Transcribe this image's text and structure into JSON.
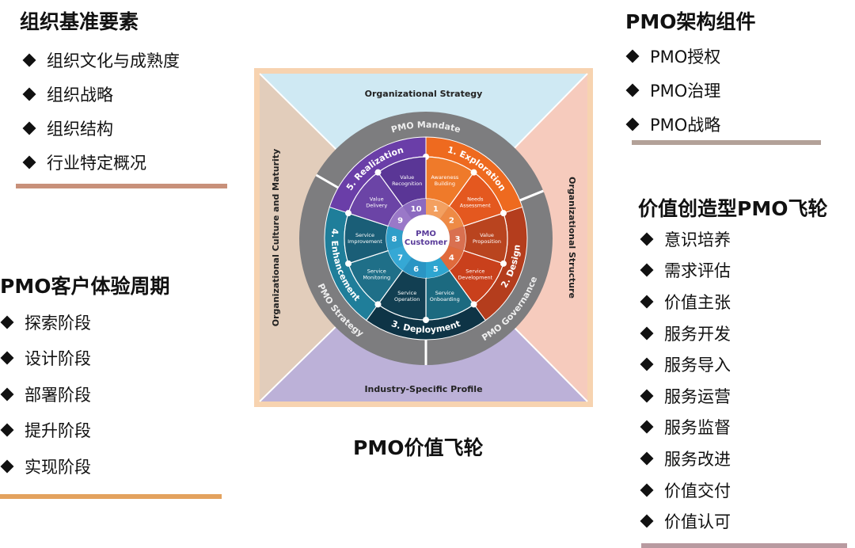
{
  "left_top": {
    "title": "组织基准要素",
    "items": [
      "组织文化与成熟度",
      "组织战略",
      "组织结构",
      "行业特定概况"
    ]
  },
  "left_bottom": {
    "title": "PMO客户体验周期",
    "items": [
      "探索阶段",
      "设计阶段",
      "部署阶段",
      "提升阶段",
      "实现阶段"
    ]
  },
  "right_top": {
    "title": "PMO架构组件",
    "items": [
      "PMO授权",
      "PMO治理",
      "PMO战略"
    ]
  },
  "right_bottom": {
    "title": "价值创造型PMO飞轮",
    "items": [
      "意识培养",
      "需求评估",
      "价值主张",
      "服务开发",
      "服务导入",
      "服务运营",
      "服务监督",
      "服务改进",
      "价值交付",
      "价值认可"
    ]
  },
  "caption": "PMO价值飞轮",
  "colors": {
    "divider_left_top": "#c8907a",
    "divider_left_bottom": "#e3a25e",
    "divider_right_top": "#b3a198",
    "divider_right_bottom": "#b89aa0"
  },
  "wheel": {
    "sides": {
      "top": "Organizational Strategy",
      "right": "Organizational Structure",
      "bottom": "Industry-Specific Profile",
      "left": "Organizational Culture and Maturity"
    },
    "outer_ring": [
      "PMO Mandate",
      "PMO Governance",
      "PMO Strategy"
    ],
    "phases": [
      "1. Exploration",
      "2. Design",
      "3. Deployment",
      "4. Enhancement",
      "5. Realization"
    ],
    "steps": [
      {
        "num": "1",
        "label": [
          "Awareness",
          "Building"
        ]
      },
      {
        "num": "2",
        "label": [
          "Needs",
          "Assessment"
        ]
      },
      {
        "num": "3",
        "label": [
          "Value",
          "Proposition"
        ]
      },
      {
        "num": "4",
        "label": [
          "Service",
          "Development"
        ]
      },
      {
        "num": "5",
        "label": [
          "Service",
          "Onboarding"
        ]
      },
      {
        "num": "6",
        "label": [
          "Service",
          "Operation"
        ]
      },
      {
        "num": "7",
        "label": [
          "Service",
          "Monitoring"
        ]
      },
      {
        "num": "8",
        "label": [
          "Service",
          "Improvement"
        ]
      },
      {
        "num": "9",
        "label": [
          "Value",
          "Delivery"
        ]
      },
      {
        "num": "10",
        "label": [
          "Value",
          "Recognition"
        ]
      }
    ],
    "center": [
      "PMO",
      "Customer"
    ]
  }
}
